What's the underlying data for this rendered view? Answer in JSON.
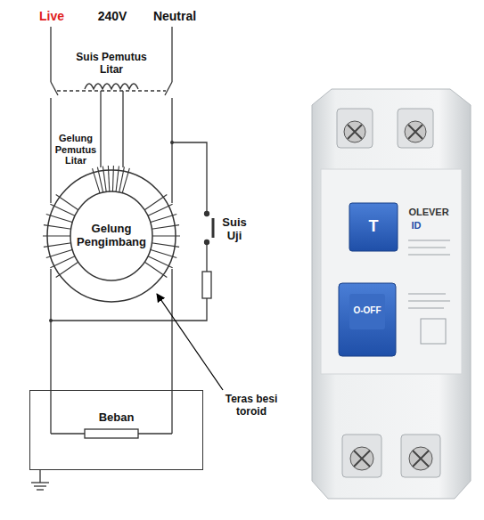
{
  "diagram": {
    "nodes": [
      {
        "text": [
          "Gelung Pengimbang"
        ]
      },
      {
        "text": [
          "Beban"
        ]
      }
    ],
    "labels": [
      "Live",
      "240V",
      "Neutral",
      "Suis Pemutus Litar",
      "Gelung Pemutus Litar",
      "Suis Uji",
      "Teras besi toroid",
      "T",
      "OLEVER",
      "ID",
      "O-OFF"
    ]
  }
}
